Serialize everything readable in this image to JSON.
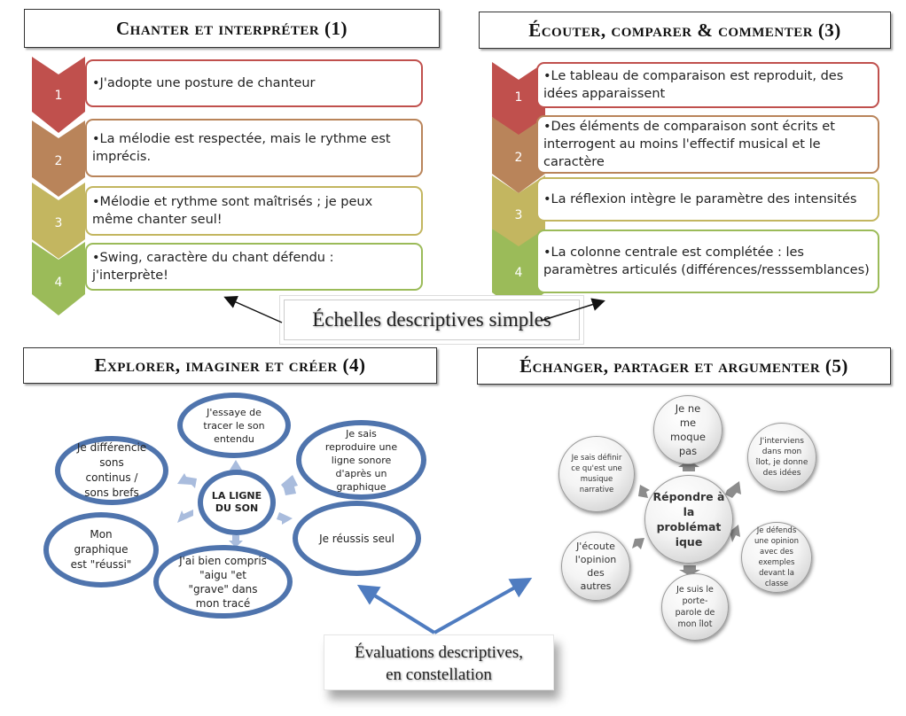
{
  "sections": {
    "chanter": {
      "title": "Chanter et interpréter (1)",
      "steps": [
        {
          "num": "1",
          "text": "•J'adopte une posture de chanteur"
        },
        {
          "num": "2",
          "text": "•La mélodie est respectée, mais le rythme est imprécis."
        },
        {
          "num": "3",
          "text": "•Mélodie et rythme sont maîtrisés ; je peux même chanter seul!"
        },
        {
          "num": "4",
          "text": "•Swing, caractère du chant défendu : j'interprète!"
        }
      ]
    },
    "ecouter": {
      "title": "Écouter, comparer & commenter (3)",
      "steps": [
        {
          "num": "1",
          "text": "•Le tableau de comparaison est reproduit, des idées apparaissent"
        },
        {
          "num": "2",
          "text": "•Des éléments de comparaison sont écrits et interrogent au moins l'effectif musical et le caractère"
        },
        {
          "num": "3",
          "text": "•La réflexion intègre le paramètre des intensités"
        },
        {
          "num": "4",
          "text": "•La colonne centrale est complétée : les paramètres articulés (différences/resssemblances)"
        }
      ]
    },
    "explorer": {
      "title": "Explorer, imaginer et créer (4)",
      "center": "LA LIGNE DU SON",
      "nodes": [
        "J'essaye de tracer le son entendu",
        "Je sais reproduire une ligne sonore d'après un graphique",
        "Je réussis seul",
        "J'ai bien compris \"aigu \"et \"grave\" dans mon tracé",
        "Mon graphique est \"réussi\"",
        "Je différencie sons continus / sons brefs"
      ]
    },
    "echanger": {
      "title": "Échanger, partager et argumenter (5)",
      "center": "Répondre à la problémat ique",
      "nodes": [
        "Je ne me moque pas",
        "J'interviens dans mon îlot, je donne des idées",
        "Je défends une opinion avec des exemples devant la classe",
        "Je suis le porte-parole de mon îlot",
        "J'écoute l'opinion des autres",
        "Je sais définir ce qu'est une musique narrative"
      ]
    }
  },
  "captions": {
    "scales": "Échelles descriptives simples",
    "constellation_line1": "Évaluations descriptives,",
    "constellation_line2": "en constellation"
  },
  "colors": {
    "level1": "#c0504d",
    "level2": "#b9845a",
    "level3": "#c3b660",
    "level4": "#9bbb59",
    "ellipse_border": "#4f74ad",
    "arrow_blue": "#4f7cc0",
    "arrow_light": "#a9bcdd"
  }
}
